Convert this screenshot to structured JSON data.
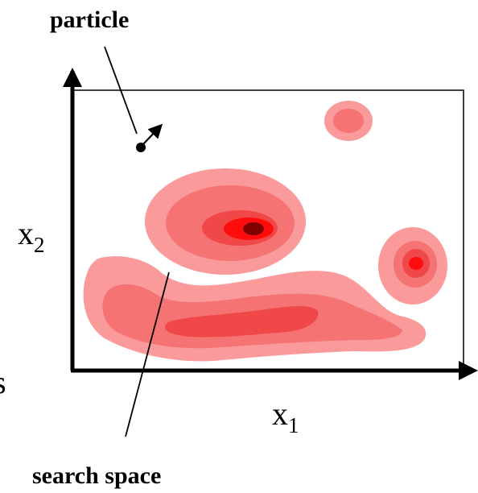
{
  "labels": {
    "particle": "particle",
    "search_space": "search space",
    "x_axis_main": "x",
    "x_axis_sub": "1",
    "y_axis_main": "x",
    "y_axis_sub": "2",
    "edge_fragment": "s"
  },
  "colors": {
    "level_1": "#fa9a9a",
    "level_2": "#f57373",
    "level_3": "#f04848",
    "level_4": "#ff0d0d",
    "level_5": "#800000",
    "frame": "#000000",
    "background": "#ffffff"
  }
}
